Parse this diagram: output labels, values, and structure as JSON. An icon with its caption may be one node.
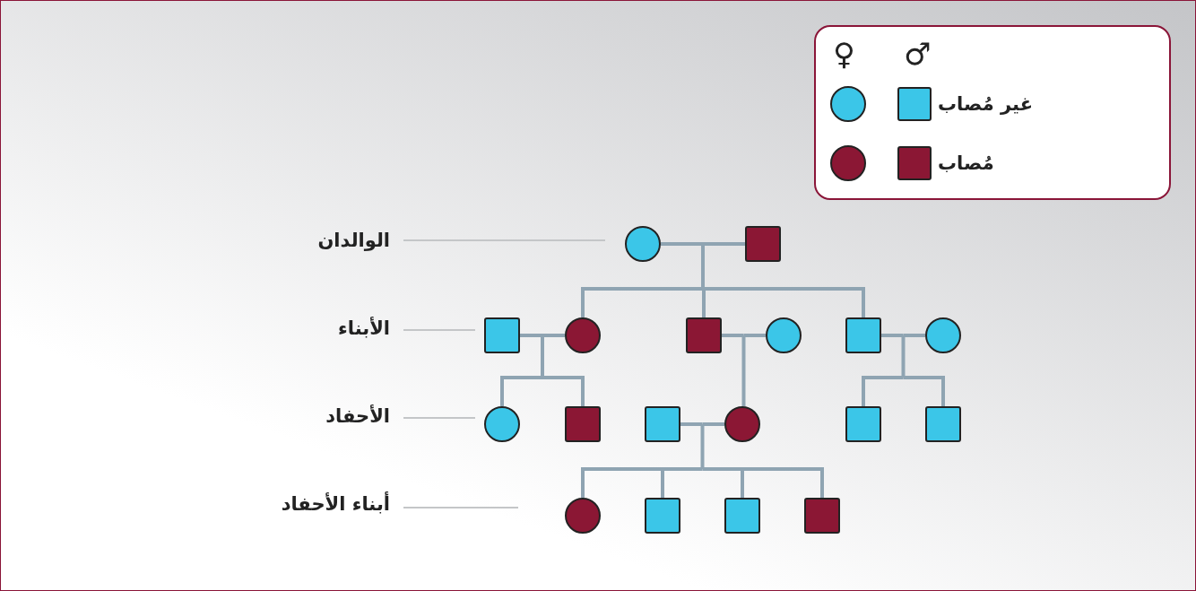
{
  "diagram": {
    "nodes": [
      {
        "text": [],
        "shape": "circle"
      },
      {
        "text": [],
        "shape": "box"
      },
      {
        "text": [],
        "shape": "box"
      },
      {
        "text": [],
        "shape": "circle"
      },
      {
        "text": [],
        "shape": "box"
      },
      {
        "text": [],
        "shape": "circle"
      },
      {
        "text": [],
        "shape": "box"
      },
      {
        "text": [],
        "shape": "circle"
      },
      {
        "text": [],
        "shape": "circle"
      },
      {
        "text": [],
        "shape": "box"
      },
      {
        "text": [],
        "shape": "box"
      },
      {
        "text": [],
        "shape": "circle"
      },
      {
        "text": [],
        "shape": "box"
      },
      {
        "text": [],
        "shape": "box"
      },
      {
        "text": [],
        "shape": "circle"
      },
      {
        "text": [],
        "shape": "box"
      },
      {
        "text": [],
        "shape": "box"
      },
      {
        "text": [],
        "shape": "box"
      }
    ],
    "edges": [
      {
        "from": 0,
        "to": 1,
        "arrow": "none"
      },
      {
        "from": 2,
        "to": 3,
        "arrow": "none"
      },
      {
        "from": 4,
        "to": 5,
        "arrow": "none"
      },
      {
        "from": 6,
        "to": 7,
        "arrow": "none"
      },
      {
        "from": 10,
        "to": 11,
        "arrow": "none"
      },
      {
        "from": 0,
        "to": 3,
        "arrow": "none"
      },
      {
        "from": 1,
        "to": 3,
        "arrow": "none"
      },
      {
        "from": 0,
        "to": 4,
        "arrow": "none"
      },
      {
        "from": 1,
        "to": 4,
        "arrow": "none"
      },
      {
        "from": 0,
        "to": 6,
        "arrow": "none"
      },
      {
        "from": 1,
        "to": 6,
        "arrow": "none"
      },
      {
        "from": 2,
        "to": 8,
        "arrow": "none"
      },
      {
        "from": 3,
        "to": 8,
        "arrow": "none"
      },
      {
        "from": 2,
        "to": 9,
        "arrow": "none"
      },
      {
        "from": 3,
        "to": 9,
        "arrow": "none"
      },
      {
        "from": 4,
        "to": 11,
        "arrow": "none"
      },
      {
        "from": 5,
        "to": 11,
        "arrow": "none"
      },
      {
        "from": 6,
        "to": 12,
        "arrow": "none"
      },
      {
        "from": 7,
        "to": 12,
        "arrow": "none"
      },
      {
        "from": 6,
        "to": 13,
        "arrow": "none"
      },
      {
        "from": 7,
        "to": 13,
        "arrow": "none"
      },
      {
        "from": 10,
        "to": 14,
        "arrow": "none"
      },
      {
        "from": 11,
        "to": 14,
        "arrow": "none"
      },
      {
        "from": 10,
        "to": 15,
        "arrow": "none"
      },
      {
        "from": 11,
        "to": 15,
        "arrow": "none"
      },
      {
        "from": 10,
        "to": 16,
        "arrow": "none"
      },
      {
        "from": 11,
        "to": 16,
        "arrow": "none"
      },
      {
        "from": 10,
        "to": 17,
        "arrow": "none"
      },
      {
        "from": 11,
        "to": 17,
        "arrow": "none"
      }
    ],
    "labels": [
      "♀",
      "♂",
      "الوالدان",
      "الأبناء",
      "الأحفاد",
      "أبناء الأحفاد"
    ],
    "legend": [
      {
        "text": "غير مُصاب",
        "color": "#3bc6e8"
      },
      {
        "text": "مُصاب",
        "color": "#8b1734"
      }
    ]
  }
}
